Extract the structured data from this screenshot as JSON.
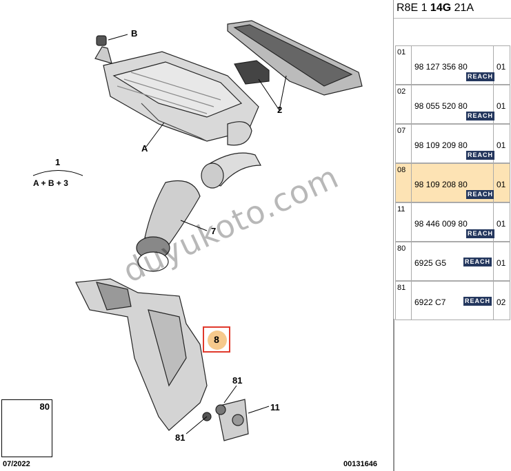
{
  "header": {
    "code_prefix": "R8E 1 ",
    "code_bold": "14G",
    "code_suffix": " 21A"
  },
  "diagram": {
    "callouts": {
      "a": "A",
      "b": "B",
      "group_1": "1",
      "group_formula": "A + B + 3",
      "c2": "2",
      "c7": "7",
      "c8": "8",
      "c81_top": "81",
      "c81_bottom": "81",
      "c11": "11"
    },
    "inset_label": "80",
    "date": "07/2022",
    "doc_number": "00131646",
    "watermark": "duyukoto.com",
    "highlight_color": "#e0382b",
    "highlight_fill": "#f6c98c"
  },
  "parts": [
    {
      "idx": "01",
      "ref": "98 127 356 80",
      "qty": "01",
      "reach": "REACH",
      "active": false
    },
    {
      "idx": "02",
      "ref": "98 055 520 80",
      "qty": "01",
      "reach": "REACH",
      "active": false
    },
    {
      "idx": "07",
      "ref": "98 109 209 80",
      "qty": "01",
      "reach": "REACH",
      "active": false
    },
    {
      "idx": "08",
      "ref": "98 109 208 80",
      "qty": "01",
      "reach": "REACH",
      "active": true
    },
    {
      "idx": "11",
      "ref": "98 446 009 80",
      "qty": "01",
      "reach": "REACH",
      "active": false
    },
    {
      "idx": "80",
      "ref": "6925 G5",
      "qty": "01",
      "reach": "REACH",
      "active": false
    },
    {
      "idx": "81",
      "ref": "6922 C7",
      "qty": "02",
      "reach": "REACH",
      "active": false
    }
  ],
  "colors": {
    "reach_badge": "#24375e",
    "active_row": "#fde3b4"
  }
}
